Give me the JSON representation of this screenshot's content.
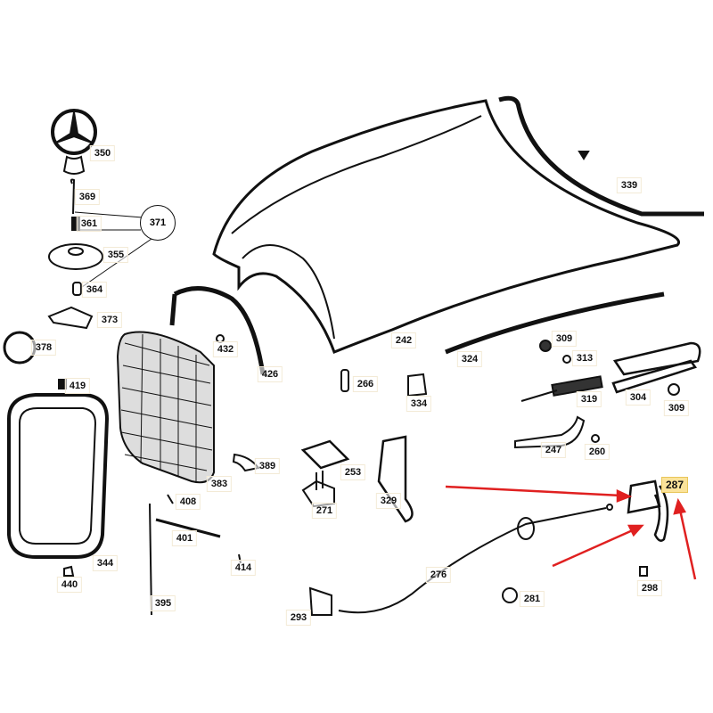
{
  "diagram": {
    "callouts": [
      "350",
      "369",
      "361",
      "371",
      "355",
      "364",
      "373",
      "378",
      "419",
      "432",
      "426",
      "242",
      "324",
      "309",
      "313",
      "339",
      "266",
      "334",
      "319",
      "304",
      "309",
      "247",
      "260",
      "389",
      "253",
      "383",
      "408",
      "271",
      "329",
      "287",
      "401",
      "414",
      "344",
      "440",
      "276",
      "298",
      "281",
      "293",
      "395"
    ],
    "highlighted_part": "287",
    "colors": {
      "arrow": "#e02020",
      "highlight": "#fbe39a",
      "line": "#111111"
    }
  }
}
